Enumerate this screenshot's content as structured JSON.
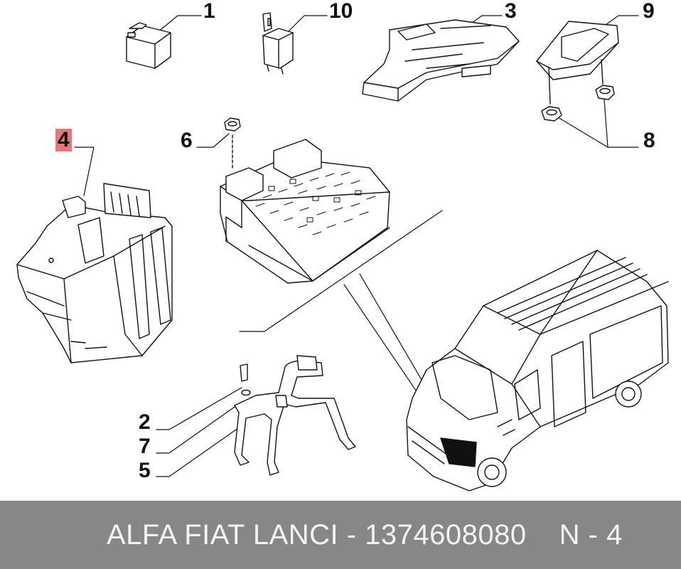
{
  "diagram": {
    "callouts": [
      {
        "id": "1",
        "label": "1",
        "highlighted": false
      },
      {
        "id": "10",
        "label": "10",
        "highlighted": false
      },
      {
        "id": "3",
        "label": "3",
        "highlighted": false
      },
      {
        "id": "9",
        "label": "9",
        "highlighted": false
      },
      {
        "id": "4",
        "label": "4",
        "highlighted": true
      },
      {
        "id": "6",
        "label": "6",
        "highlighted": false
      },
      {
        "id": "8",
        "label": "8",
        "highlighted": false
      },
      {
        "id": "2",
        "label": "2",
        "highlighted": false
      },
      {
        "id": "7",
        "label": "7",
        "highlighted": false
      },
      {
        "id": "5",
        "label": "5",
        "highlighted": false
      }
    ],
    "highlight_color": "#e07a7a",
    "line_color": "#111111"
  },
  "footer": {
    "part_text": "ALFA FIAT LANCI - 1374608080",
    "page_text": "N - 4",
    "background": "#878787",
    "text_color": "#f3f3f3"
  }
}
